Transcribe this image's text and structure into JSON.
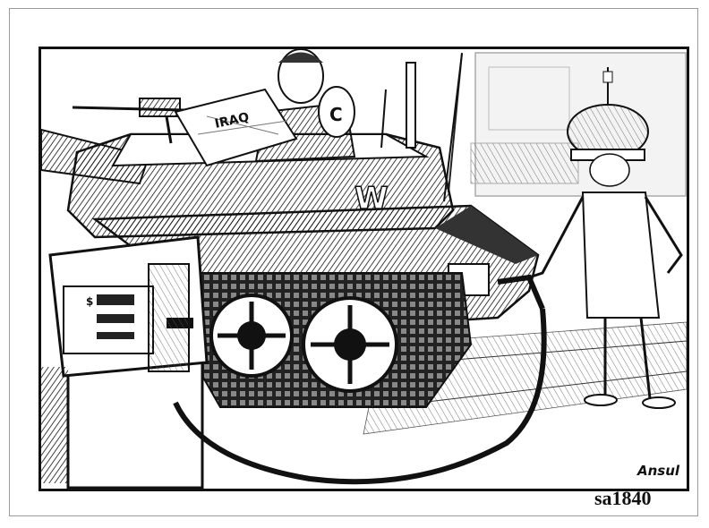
{
  "cartoon": {
    "map_label": "IRAQ",
    "helmet_letter": "C",
    "tank_letter": "W",
    "pump_symbol": "$",
    "artist_signature": "Ansul"
  },
  "image_id_label": "sa1840",
  "colors": {
    "ink": "#111111",
    "paper": "#ffffff",
    "frame": "#9a9a9a"
  }
}
